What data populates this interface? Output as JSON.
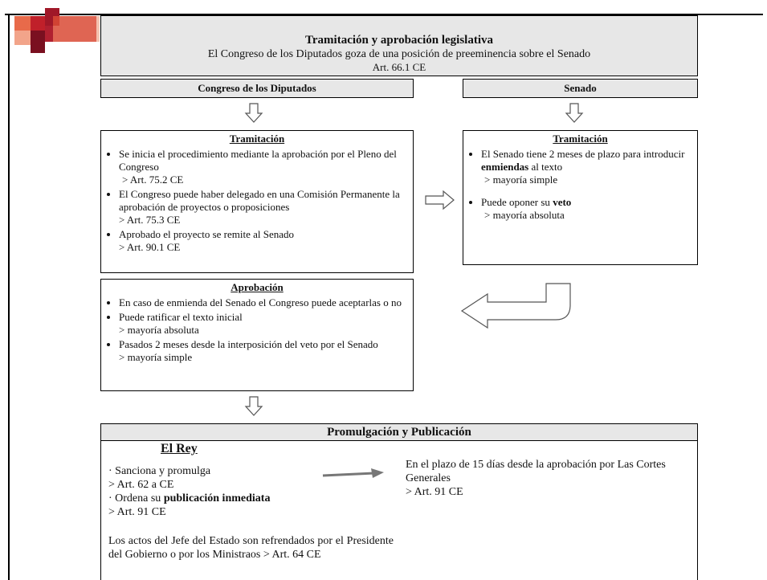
{
  "header": {
    "title": "Tramitación y aprobación legislativa",
    "subtitle": "El Congreso de los Diputados goza de una posición de preeminencia sobre el Senado",
    "article": "Art. 66.1 CE"
  },
  "columns": {
    "congreso": "Congreso de los Diputados",
    "senado": "Senado"
  },
  "congreso_tramitacion": {
    "title": "Tramitación",
    "items": [
      {
        "text": "Se inicia el procedimiento mediante la aprobación por el Pleno del Congreso",
        "ref": "> Art. 75.2 CE"
      },
      {
        "text": "El Congreso puede haber delegado en una Comisión Permanente la aprobación de proyectos o proposiciones",
        "ref": "> Art. 75.3 CE"
      },
      {
        "text": "Aprobado el proyecto se remite al Senado",
        "ref": "> Art. 90.1 CE"
      }
    ]
  },
  "senado_tramitacion": {
    "title": "Tramitación",
    "item1_pre": "El Senado tiene 2 meses de plazo para introducir ",
    "item1_bold": "enmiendas",
    "item1_post": " al texto",
    "item1_ref": "> mayoría simple",
    "item2_pre": "Puede oponer su ",
    "item2_bold": "veto",
    "item2_ref": "> mayoría absoluta"
  },
  "aprobacion": {
    "title": "Aprobación",
    "items": [
      {
        "text": "En caso de enmienda del Senado el Congreso puede aceptarlas o no",
        "ref": ""
      },
      {
        "text": "Puede ratificar el texto inicial",
        "ref": "> mayoría absoluta"
      },
      {
        "text": "Pasados 2 meses desde la interposición del veto por el Senado",
        "ref": "> mayoría simple"
      }
    ]
  },
  "promulgacion": {
    "title": "Promulgación y Publicación",
    "rey": "El Rey",
    "line1": "· Sanciona y promulga",
    "line2": "> Art. 62 a CE",
    "line3_pre": "· Ordena su ",
    "line3_bold": "publicación inmediata",
    "line4": "> Art. 91 CE",
    "refrendo": "Los actos del Jefe del Estado son refrendados por el Presidente del Gobierno o por los Ministraos > Art. 64 CE",
    "plazo": "En el plazo de 15 días desde la aprobación por Las Cortes Generales",
    "plazo_ref": "> Art. 91 CE"
  },
  "colors": {
    "deco_red": "#c0202a",
    "deco_dark": "#7a1020",
    "deco_orange": "#e0603a",
    "header_gray": "#e7e7e7"
  }
}
